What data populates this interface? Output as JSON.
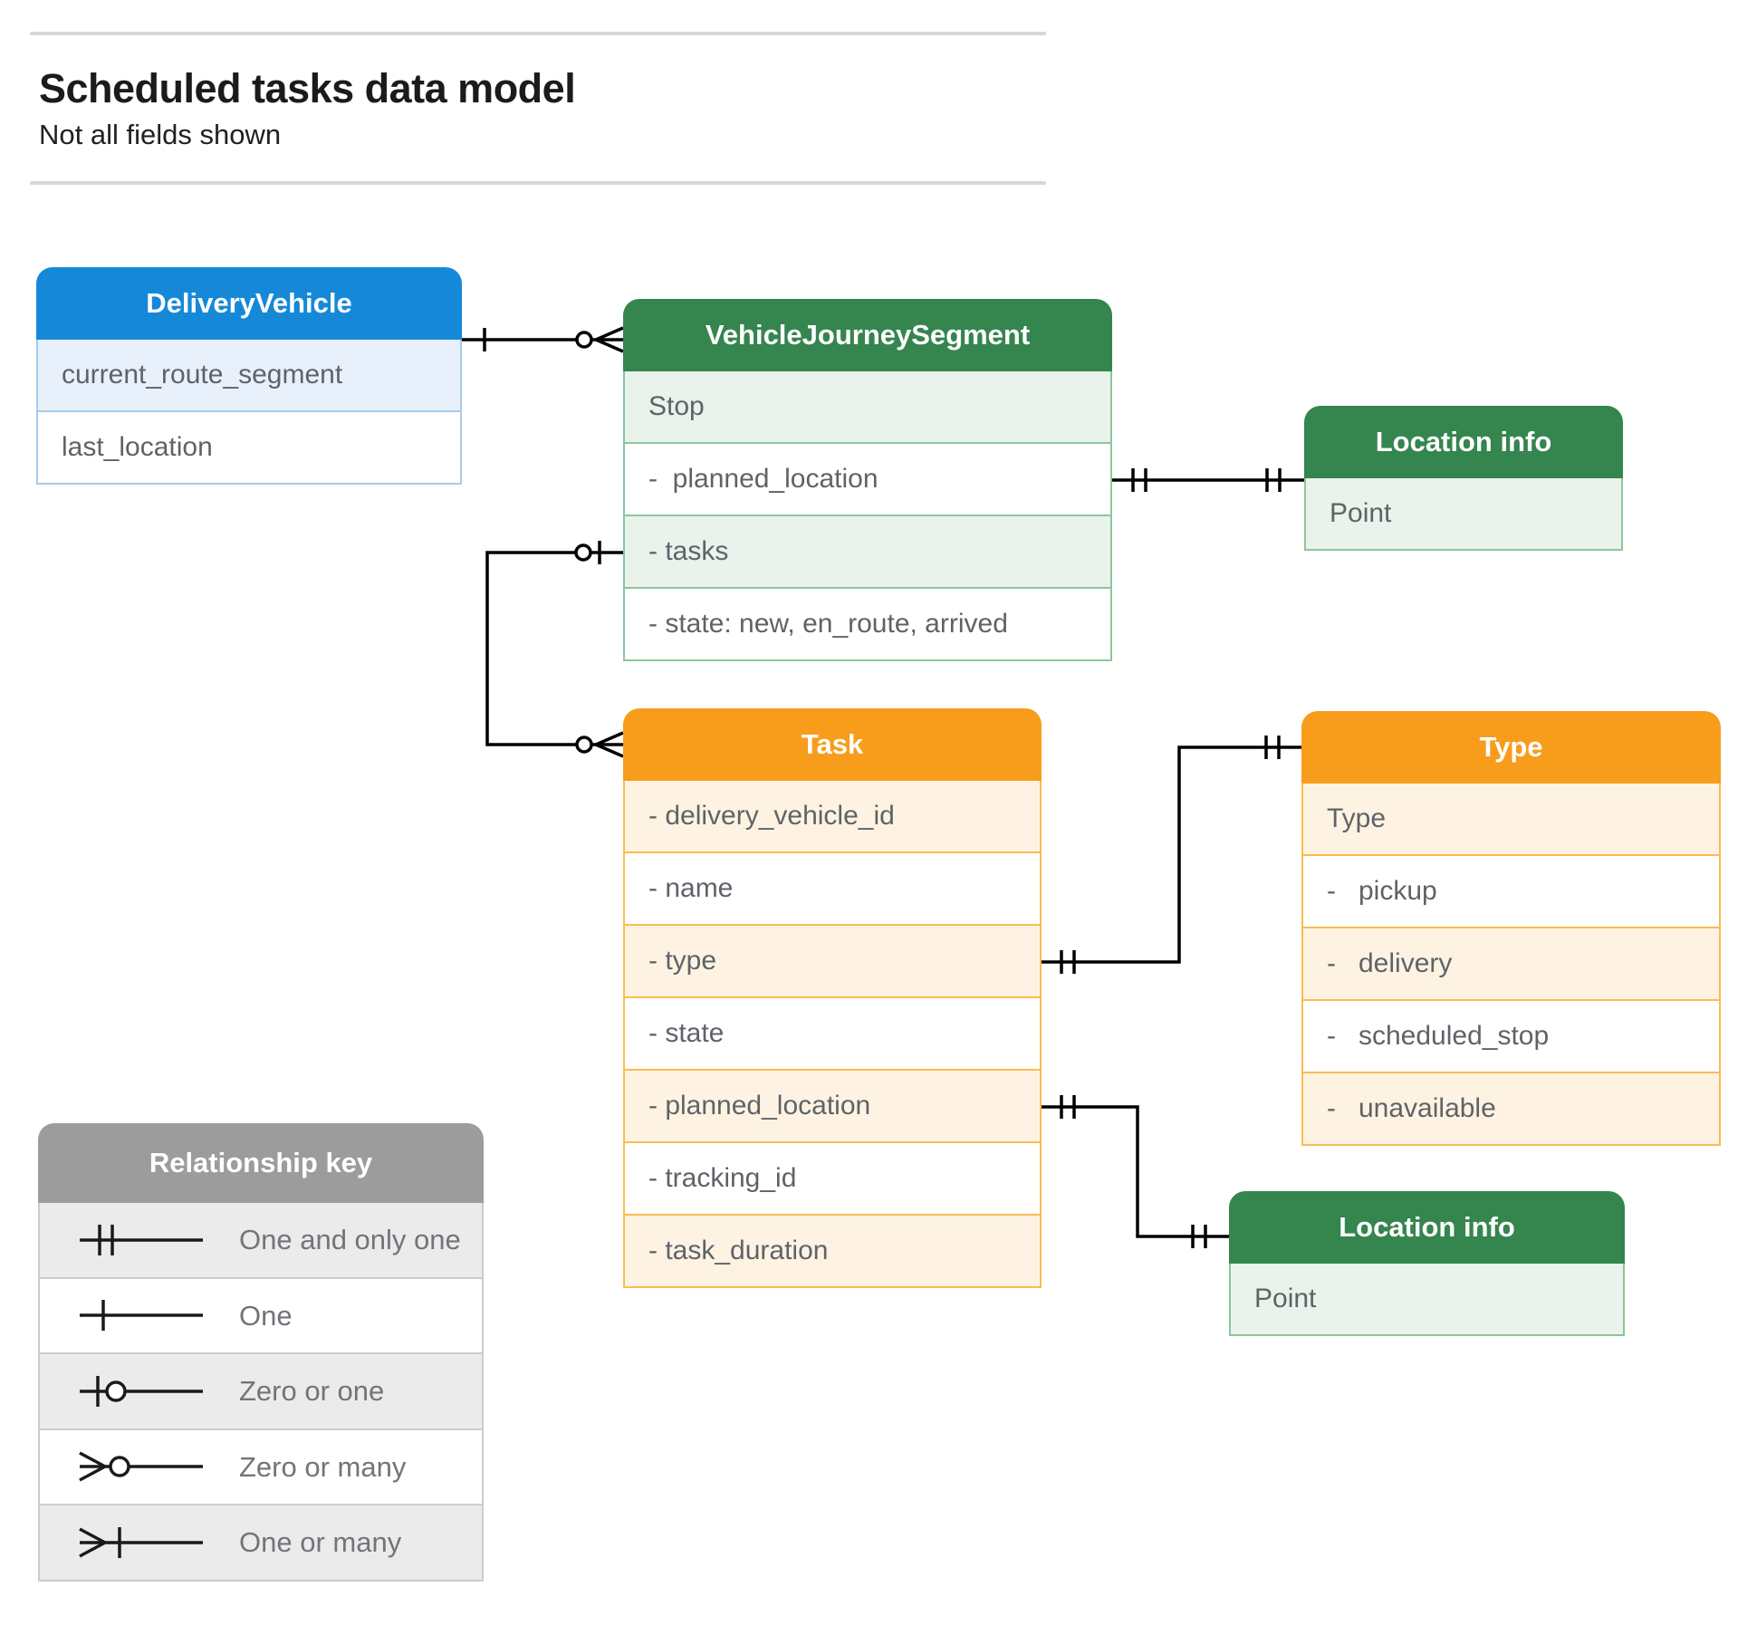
{
  "page": {
    "title": "Scheduled tasks data model",
    "subtitle": "Not all fields shown"
  },
  "colors": {
    "blue_header": "#1589d8",
    "green_header": "#35854e",
    "orange_header": "#f89c1c",
    "grey_header": "#9c9c9c",
    "connector": "#000000"
  },
  "entities": {
    "delivery_vehicle": {
      "title": "DeliveryVehicle",
      "fields": [
        "current_route_segment",
        "last_location"
      ]
    },
    "vehicle_journey_segment": {
      "title": "VehicleJourneySegment",
      "fields": [
        "Stop",
        "-  planned_location",
        "- tasks",
        "- state: new, en_route, arrived"
      ]
    },
    "location_info_top": {
      "title": "Location info",
      "fields": [
        "Point"
      ]
    },
    "task": {
      "title": "Task",
      "fields": [
        "- delivery_vehicle_id",
        "- name",
        "- type",
        "- state",
        "- planned_location",
        "- tracking_id",
        "- task_duration"
      ]
    },
    "type": {
      "title": "Type",
      "fields": [
        "Type",
        "-   pickup",
        "-   delivery",
        "-   scheduled_stop",
        "-   unavailable"
      ]
    },
    "location_info_bottom": {
      "title": "Location info",
      "fields": [
        "Point"
      ]
    }
  },
  "legend": {
    "title": "Relationship key",
    "items": [
      {
        "symbol": "one-and-only-one",
        "label": "One and only one"
      },
      {
        "symbol": "one",
        "label": "One"
      },
      {
        "symbol": "zero-or-one",
        "label": "Zero or one"
      },
      {
        "symbol": "zero-or-many",
        "label": "Zero or many"
      },
      {
        "symbol": "one-or-many",
        "label": "One or many"
      }
    ]
  }
}
